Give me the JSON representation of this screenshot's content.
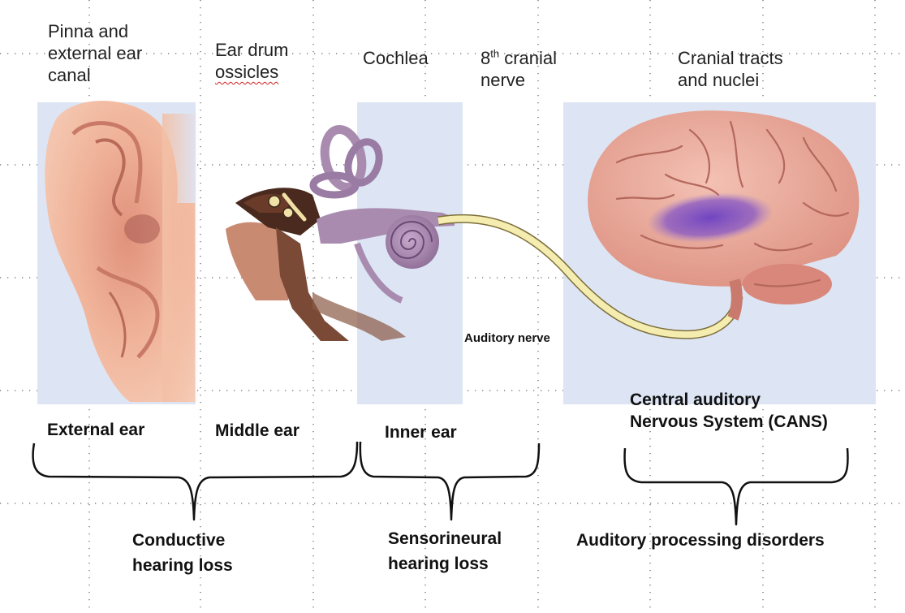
{
  "top_labels": {
    "pinna_line1": "Pinna and",
    "pinna_line2": "external ear",
    "pinna_line3": "canal",
    "eardrum_line1": "Ear drum",
    "eardrum_line2": "ossicles",
    "cochlea": "Cochlea",
    "nerve_num": "8",
    "nerve_sup": "th",
    "nerve_rest": " cranial",
    "nerve_line2": "nerve",
    "tracts_line1": "Cranial tracts",
    "tracts_line2": "and nuclei"
  },
  "auditory_nerve_label": "Auditory nerve",
  "section_labels": {
    "external": "External ear",
    "middle": "Middle ear",
    "inner": "Inner ear",
    "cans_line1": "Central auditory",
    "cans_line2": "Nervous System (CANS)"
  },
  "bottom_labels": {
    "conductive_line1": "Conductive",
    "conductive_line2": "hearing loss",
    "sensori_line1": "Sensorineural",
    "sensori_line2": "hearing loss",
    "apd": "Auditory processing disorders"
  },
  "colors": {
    "panel": "#dde5f4",
    "skin": "#f0b49a",
    "cochlea": "#a98bb0",
    "nerve": "#f5ecb0",
    "brain": "#e8a898",
    "highlight": "#7d4fc8"
  }
}
